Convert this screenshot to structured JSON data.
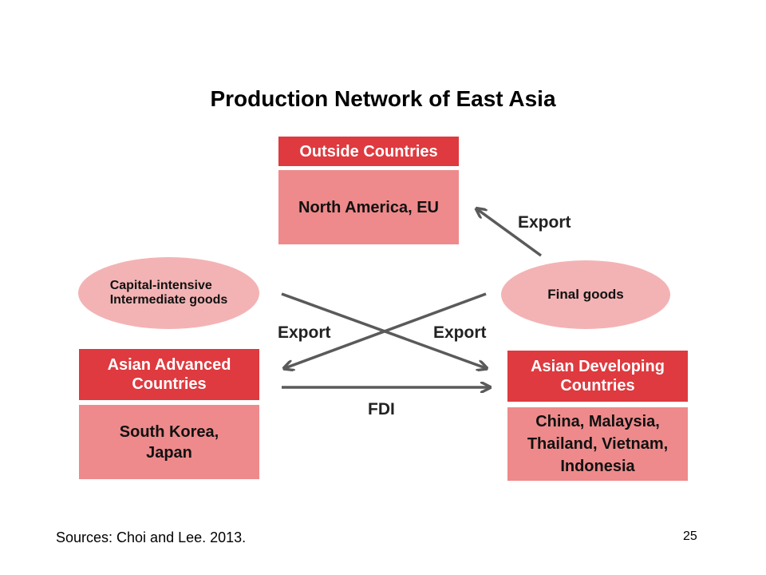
{
  "title": "Production Network of East Asia",
  "outside": {
    "header": "Outside Countries",
    "body": "North America, EU"
  },
  "advanced": {
    "header": "Asian Advanced\nCountries",
    "body": "South Korea,\nJapan"
  },
  "developing": {
    "header": "Asian Developing\nCountries",
    "body": "China, Malaysia,\nThailand, Vietnam,\nIndonesia"
  },
  "ellipses": {
    "intermediate": "Capital-intensive\nIntermediate goods",
    "final": "Final goods"
  },
  "arrow_labels": {
    "export_top": "Export",
    "export_left": "Export",
    "export_right": "Export",
    "fdi": "FDI"
  },
  "colors": {
    "header_red": "#de3a3f",
    "body_pink": "#ee8a8b",
    "ellipse_pink": "#f3b3b4",
    "arrow_gray": "#5a5a5a"
  },
  "footer": {
    "source": "Sources: Choi and Lee. 2013.",
    "page_number": "25"
  }
}
